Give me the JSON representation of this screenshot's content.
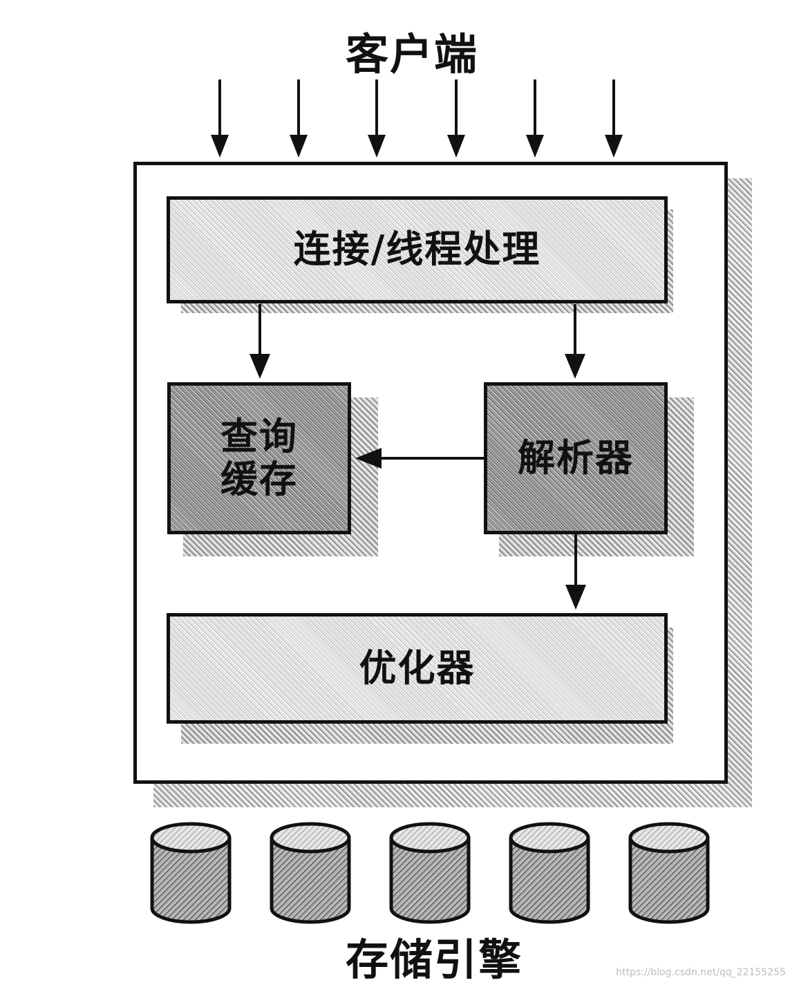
{
  "diagram": {
    "top_label": "客户端",
    "bottom_label": "存储引擎",
    "boxes": {
      "connection": "连接/线程处理",
      "query_cache": "查询缓存",
      "parser": "解析器",
      "optimizer": "优化器"
    },
    "client_arrow_count": 6,
    "storage_engine_count": 5
  },
  "watermark": "https://blog.csdn.net/qq_22155255"
}
